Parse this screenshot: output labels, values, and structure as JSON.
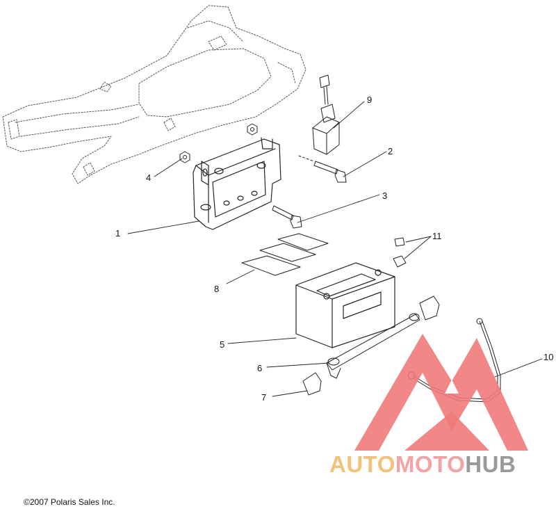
{
  "callouts": [
    {
      "id": "1",
      "label": "1"
    },
    {
      "id": "2",
      "label": "2"
    },
    {
      "id": "3",
      "label": "3"
    },
    {
      "id": "4",
      "label": "4"
    },
    {
      "id": "5",
      "label": "5"
    },
    {
      "id": "6",
      "label": "6"
    },
    {
      "id": "7",
      "label": "7"
    },
    {
      "id": "8",
      "label": "8"
    },
    {
      "id": "9",
      "label": "9"
    },
    {
      "id": "10",
      "label": "10"
    },
    {
      "id": "11",
      "label": "11"
    }
  ],
  "battery_label": "",
  "copyright": "©2007 Polaris Sales Inc.",
  "watermark": {
    "part1": "AUTO",
    "part2": "MOTO",
    "part3": "HUB",
    "color1": "#f2c27a",
    "color2": "#f2a3a3",
    "color3": "#9a9a9a",
    "triangle_color": "#f07a7a"
  }
}
